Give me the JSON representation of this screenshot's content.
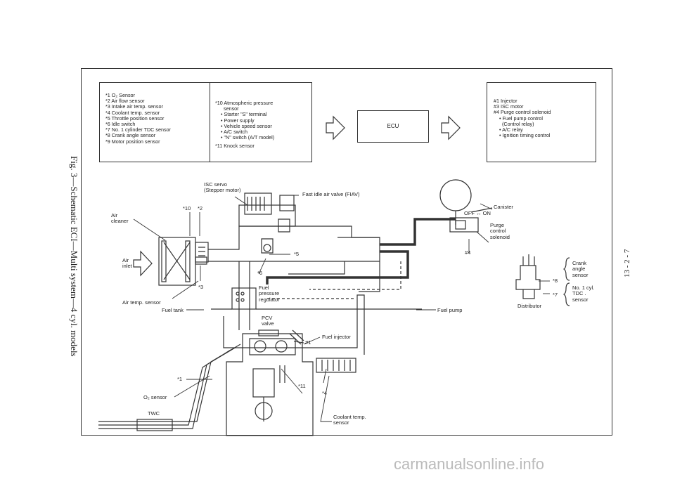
{
  "figure_caption": "Fig. 3—Schematic ECI—Multi system—4 cyl. models",
  "page_number": "13 - 2 - 7",
  "watermark": "carmanualsonline.info",
  "inputs_box": {
    "col1": [
      "*1 O₂ Sensor",
      "*2 Air flow sensor",
      "*3 Intake air temp. sensor",
      "*4 Coolant temp. sensor",
      "*5 Throttle position sensor",
      "*6 Idle switch",
      "*7 No. 1 cylinder TDC sensor",
      "*8 Crank angle sensor",
      "*9 Motor position sensor"
    ],
    "col2": [
      "*10 Atmospheric pressure",
      "      sensor",
      "    • Starter \"S\" terminal",
      "    • Power supply",
      "    • Vehicle speed sensor",
      "    • A/C switch",
      "    • \"N\" switch (A/T model)",
      "*11 Knock sensor"
    ]
  },
  "ecu_label": "ECU",
  "outputs_box": [
    "#1 Injector",
    "#3 ISC motor",
    "#4 Purge control solenoid",
    "    • Fuel pump control",
    "      (Control relay)",
    "    • A/C relay",
    "    • Ignition timing control"
  ],
  "labels": {
    "isc_servo": "ISC servo\n(Stepper motor)",
    "fiav": "Fast idle air valve (FIAV)",
    "air_cleaner": "Air\ncleaner",
    "air_inlet": "Air\ninlet",
    "ref10": "*10",
    "ref2": "*2",
    "ref3": "*3",
    "ref5": "*5",
    "ref6": "*6",
    "air_temp_sensor": "Air temp. sensor",
    "fuel_pressure_regulator": "Fuel\npressure\nregulator",
    "fuel_tank": "Fuel tank",
    "fuel_pump": "Fuel pump",
    "pcv_valve": "PCV\nvalve",
    "fuel_injector": "Fuel injector",
    "ref_inj": "#1",
    "ref1": "*1",
    "ref11": "*11",
    "ref4": "*4",
    "o2_sensor": "O₂ sensor",
    "twc": "TWC",
    "coolant_temp_sensor": "Coolant temp.\nsensor",
    "canister": "Canister",
    "off_on": "OFF ↔ ON",
    "purge_solenoid": "Purge\ncontrol\nsolenoid",
    "ref_purge": "#4",
    "ref8": "*8",
    "crank_angle_sensor": "Crank\nangle\nsensor",
    "ref7": "*7",
    "tdc_sensor": "No. 1 cyl.\nTDC .\nsensor",
    "distributor": "Distributor"
  }
}
